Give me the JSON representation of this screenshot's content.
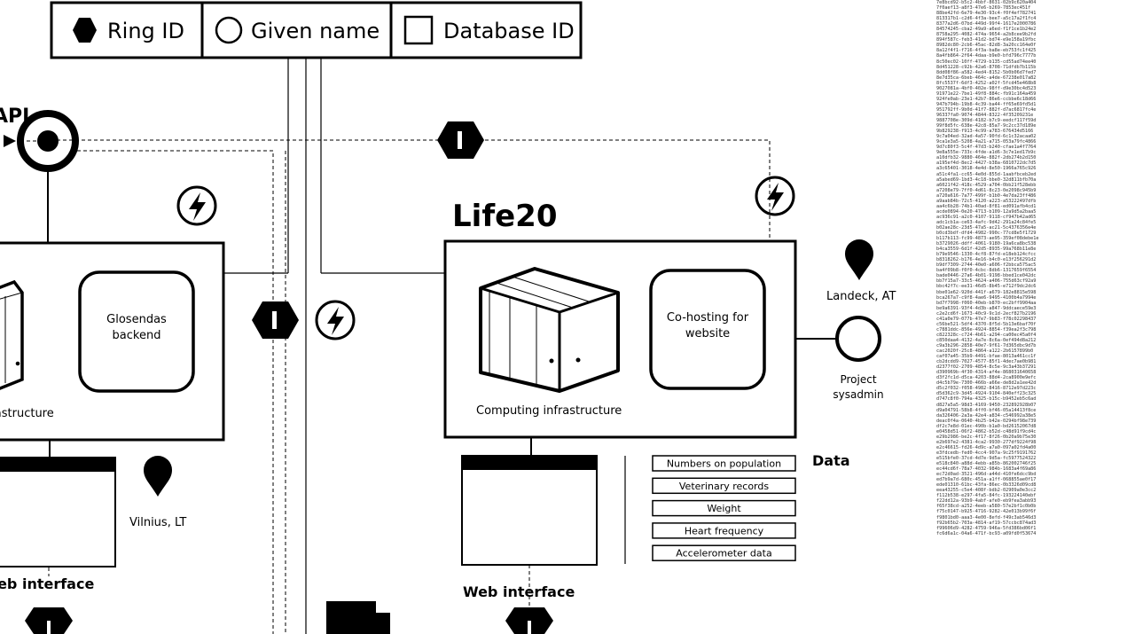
{
  "legend": {
    "ring_id": "Ring ID",
    "given_name": "Given name",
    "database_id": "Database ID"
  },
  "left_block": {
    "title": "API",
    "backend_label": "Glosendas backend",
    "infra_label": "infrastructure",
    "location": "Vilnius, LT",
    "web_interface": "Web interface",
    "ring_badge": "I"
  },
  "right_block": {
    "title": "Life20",
    "infra_label": "Computing infrastructure",
    "cohost_label": "Co-hosting for website",
    "location": "Landeck, AT",
    "sysadmin_label": "Project sysadmin",
    "web_interface": "Web interface",
    "ring_badge": "I"
  },
  "data_section": {
    "heading": "Data",
    "items": [
      "Numbers on population",
      "Veterinary records",
      "Weight",
      "Heart frequency",
      "Accelerometer data"
    ]
  },
  "uuid_list": [
    "7e8bcd92-b5c2-4bbf-8631-02b9c620a404",
    "7f0aef13-a8f3-47e6-b269-7853ec451f",
    "88be42fd-6e79-4e30-93c4-f0f4ef782741",
    "813317b1-c2d6-4f3a-bee7-a5c17a2f1fc4",
    "8377a2d6-07bd-449d-99f4-1617e2000786",
    "84574245-cba2-49a9-a6ed-f1f1ce1b24e2",
    "8758a295-4082-474a-9654-a2b8cee9b2fd",
    "894f587c-feb3-41d2-bd74-e9e158a19fbc",
    "8982dc80-2cb6-45ac-82d8-3a20cc164e0f",
    "8a12f4f1-f716-4f3a-ba8e-eb753fc1f425",
    "8a4fb864-2f64-4daa-b9e0-bfd796c7777b",
    "8c50ec02-10ff-4729-b135-cd55ad74ee40",
    "8d451228-c92b-42a6-8708-71dfdb7b115b",
    "8dd08f86-a582-4ed4-8152-5b0b06d7fed7",
    "8e7d35ca-6beb-464c-a4de-67238e017a82",
    "8fc5537f-6df3-4252-a02f-5fcd45e468b8",
    "9027081a-4bf0-402e-98ff-d9e30bc4d523",
    "91971e22-7be1-49f8-884c-fb91c164a459",
    "924fe0ab-23e1-42b7-86e6-ccbbe6c18d66",
    "947b794b-19b8-4c39-ba44-ff65e69fd5d1",
    "951792ff-9b0d-41f7-882f-d7ac6817fc4e",
    "96337fa0-9074-4844-8322-4f35209231e",
    "9887708e-309d-4182-b7c9-eedcf117f59d",
    "99f8d5fc-638e-42c8-85a7-9c2cc37d189e",
    "9b829238-f913-4c99-a783-676434d5166",
    "9c7a04ed-32ad-4a57-90fd-6c1c32acaa02",
    "9ca1e3a5-5208-4a21-a715-053a79fc4866",
    "9d7c80f3-5c4f-47d3-b240-cfae1a4f7764",
    "9e8a555e-733c-4fde-a1d6-3c7e1ed17b9c",
    "a10dfb32-9880-464e-882f-2db274b2d150",
    "a195ef4d-8ec2-4427-b38a-6810722dc7d5",
    "a3c65401-3018-4e4d-8e50-1966a765c926",
    "a51c4fa1-cc65-4e0d-855d-1aabfbceb2ed",
    "a5abed69-1bd3-4c18-bbe0-32d811bfb70a",
    "a6021f42-418c-4529-a704-0bb21f528ebb",
    "a7208e79-7ff0-4d61-8c23-0e2098c945b9",
    "a720a616-7a77-499f-b1b0-4e7da23ff486",
    "a9aab84b-72c5-4120-a223-a53222497dfb",
    "aa4c6b28-74b1-40ad-8f81-ed091afb4cd1",
    "acde0894-0e20-4713-b109-12a9d5a2baa5",
    "ac936c91-a2c0-4107-9118-cf947b42ad65",
    "adc1cb1a-ce63-4afc-9d42-291a24c84fe5",
    "b02ae28c-23d5-47a5-ac21-5c4376356e4e",
    "b0cd3bdf-dfd4-4982-990c-77cd8e5f1729",
    "b117b113-fc99-4873-ae95-359ef08debe1e",
    "b3729026-ddff-4061-9180-19a6ca8bc538",
    "b4ca3559-6d1f-42d5-8935-99a768b11e8e",
    "b79e9546-1330-4cf8-87fd-e18eb124cfcc",
    "b8318262-b176-4e16-b4c0-e13f256291d2",
    "b9df7309-2744-40e0-a606-f2bbca575ac5",
    "ba4f09b8-f0f0-4cbc-8db6-1317659f6554",
    "bade0446-27a6-4b01-9198-bbed1ce042dc",
    "bb7f15a7-33c5-4624-a406-755d63cf92a9",
    "bbc42f7c-ee31-46d5-8b45-e712f9dc2dc6",
    "bbe01e62-920d-441f-a679-182e8815e598",
    "bca267a7-c9f8-4ae6-9495-4100b4a7994e",
    "bd7f7998-f060-40eb-b870-ec2bff9904aa",
    "be9a6391-93f4-4d3b-a847-9ddcaece59e3",
    "c2e2cd6f-1673-40c9-9c1d-2ecf827b2196",
    "c41a0e79-077b-47e7-9b83-f78c02298437",
    "c56be521-5df4-4370-8f5d-5b13e6baf70f",
    "c7881ddc-856e-4924-8854-f39ea2f3c798",
    "c822328c-c724-4b61-a294-ca00ec45a0f4",
    "c850daa4-4132-4a7e-8c6a-0ef494d8a212",
    "c9a3b296-2858-40e7-9f61-7d365dbc9d7b",
    "cac2020f-25c8-4864-a122-2b6157899b0",
    "caf07a45-35b9-4491-bfae-8013a461cc1f",
    "cb2dcdd9-7027-4577-85f1-4dec7ae0b981",
    "d2377f02-2709-4854-8c5e-9c3a43b37291",
    "d390969b-4f30-4314-af4e-868031640658",
    "d3f2fc1d-d5ca-4203-88d4-2ca8900e9efc",
    "d4c5b79e-7300-466b-a66e-de8d2a1ee42d",
    "d5c2f032-f058-4982-8416-8712e97d223c",
    "d5d362c9-3d45-4924-9104-840eff23c325",
    "d747c8f0-794a-4325-b15c-b9452eb5c6ad",
    "d827a5a5-98d3-4169-9450-232892928b07",
    "d9a04791-58b8-4ff0-bf46-05a14413f8ce",
    "da326406-2a3a-42e4-a834-c546992a38e5",
    "deac0f4a-0640-4b25-b42e-0294bf98e739",
    "df2c7e8d-01ec-490b-b1a0-bd26152067d8",
    "e0458d51-06f2-4862-b52d-c48d91f9cd4c",
    "e29b2986-be2c-4f17-8f26-0b20a9b75e30",
    "e2b697e2-4381-4ca2-9930-277df9224f98",
    "e2c46615-fd26-4d9c-a7a0-097a02fd4a00",
    "e3fdcedb-fed0-4cc4-907a-9c25f9191762",
    "e515bfe0-37cd-4d7e-9d5a-fc5977524322",
    "e518c840-a88d-4ebb-a85b-862002746f25",
    "ec44cd6f-78a7-4032-984b-1683a4f69a86",
    "ec72d0ad-3521-496d-a44d-410fe6dcc9bd",
    "ed7b9a7d-680c-451a-a1ff-068855ae0f17",
    "ede01310-61bc-43fa-86ec-0b3326d09cd8",
    "eea43255-c5e4-408f-bdb2-02909a0e3cc2",
    "f112b538-e297-4fa5-84fc-193224140ebf",
    "f22dd12a-93b9-4abf-afe0-eb9fea3abb93",
    "f65f38cd-a252-4eeb-a580-57e2bf1c0b0b",
    "f75c0147-b925-4716-9282-42e013b99f6f",
    "f9801bd0-aaa3-4e00-8efd-f49c3ab546d3",
    "f92b65b2-703a-4814-af19-57ccbc874ad3",
    "f99606d9-4282-4759-946a-5fd386bd06f1",
    "fc6d6a1c-04a6-471f-bc93-a09fd0f53674"
  ]
}
